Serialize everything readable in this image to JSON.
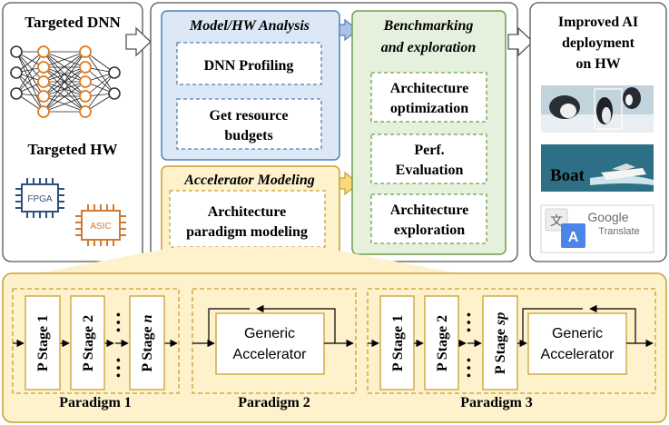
{
  "left_panel": {
    "targeted_dnn": "Targeted DNN",
    "targeted_hw": "Targeted HW",
    "fpga": "FPGA",
    "asic": "ASIC"
  },
  "model_hw": {
    "title": "Model/HW Analysis",
    "dnn_profiling": "DNN Profiling",
    "resource_line1": "Get resource",
    "resource_line2": "budgets"
  },
  "accelerator": {
    "title": "Accelerator Modeling",
    "line1": "Architecture",
    "line2": "paradigm modeling"
  },
  "benchmark": {
    "title_line1": "Benchmarking",
    "title_line2": "and exploration",
    "opt_line1": "Architecture",
    "opt_line2": "optimization",
    "perf_line1": "Perf.",
    "perf_line2": "Evaluation",
    "exp_line1": "Architecture",
    "exp_line2": "exploration"
  },
  "right_panel": {
    "title_line1": "Improved AI",
    "title_line2": "deployment",
    "title_line3": "on HW",
    "boat": "Boat",
    "google": "Google",
    "translate": "Translate"
  },
  "paradigms": {
    "p1_label": "Paradigm 1",
    "p2_label": "Paradigm 2",
    "p3_label": "Paradigm 3",
    "stage1": "P Stage 1",
    "stage2": "P Stage 2",
    "stage_n_prefix": "P Stage ",
    "stage_n_var": "n",
    "stage_sp_var": "sp",
    "dots": "• • •",
    "generic_line1": "Generic",
    "generic_line2": "Accelerator"
  },
  "colors": {
    "blue_fill": "#dce8f6",
    "blue_stroke": "#4f7fb8",
    "yellow_fill": "#fdf2cc",
    "yellow_stroke": "#c9a030",
    "green_fill": "#e6f1dd",
    "green_stroke": "#6e9e4c",
    "neuron_stroke": "#e07b22"
  }
}
